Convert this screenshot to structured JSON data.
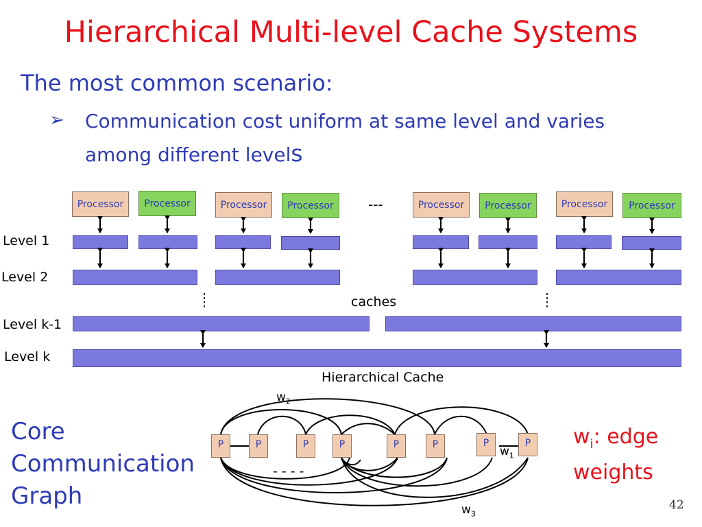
{
  "slide": {
    "title": "Hierarchical Multi-level Cache Systems",
    "subtitle": "The most common scenario:",
    "bullet_marker": "➢",
    "bullet_line1": "Communication cost uniform at same level and varies",
    "bullet_line2_main": "among different level",
    "bullet_line2_end": "s",
    "page_number": "42"
  },
  "hierarchy": {
    "processor_label": "Processor",
    "processor_colors": [
      "peach",
      "green",
      "peach",
      "green",
      "peach",
      "green",
      "peach",
      "green"
    ],
    "ellipsis": "---",
    "level_labels": [
      "Level 1",
      "Level 2",
      "Level k-1",
      "Level k"
    ],
    "caches_label": "caches",
    "caption": "Hierarchical Cache"
  },
  "graph": {
    "node_label": "P",
    "node_count": 8,
    "weights": {
      "w1": {
        "base": "w",
        "sub": "1"
      },
      "w2": {
        "base": "w",
        "sub": "2"
      },
      "w3": {
        "base": "w",
        "sub": "3"
      }
    },
    "ellipsis": "- - - -",
    "title_lines": [
      "Core",
      "Communication",
      "Graph"
    ],
    "legend_base": "w",
    "legend_sub": "i",
    "legend_rest": ": edge",
    "legend_line2": "weights"
  },
  "colors": {
    "title": "#e8121b",
    "text": "#2e3bb5",
    "cache": "#7b78de",
    "processor_peach": "#f2ccb0",
    "processor_green": "#86d45e"
  }
}
